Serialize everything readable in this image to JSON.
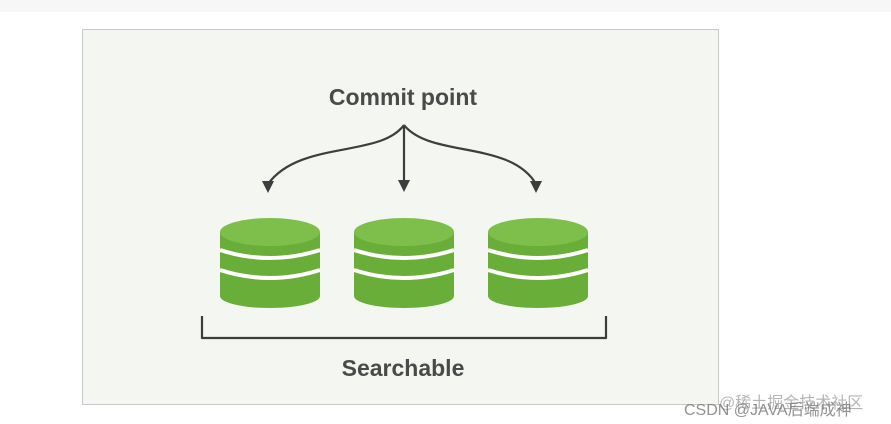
{
  "diagram": {
    "commit_point_label": "Commit point",
    "searchable_label": "Searchable",
    "segments": [
      {
        "id": "segment-1"
      },
      {
        "id": "segment-2"
      },
      {
        "id": "segment-3"
      }
    ],
    "colors": {
      "segment_green": "#6aae3a",
      "segment_green_light": "#7dbf4a",
      "arrow": "#3d3d3d",
      "frame_bg": "#f3f6f1"
    }
  },
  "watermarks": {
    "site": "@稀土掘金技术社区",
    "author": "CSDN @JAVA后端成神"
  }
}
